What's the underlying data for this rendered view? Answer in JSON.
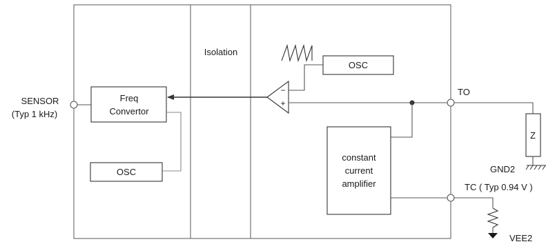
{
  "labels": {
    "sensor_name": "SENSOR",
    "sensor_freq": "(Typ 1 kHz)",
    "isolation": "Isolation",
    "freq_convertor_line1": "Freq",
    "freq_convertor_line2": "Convertor",
    "osc_left": "OSC",
    "osc_right": "OSC",
    "amp_line1": "constant",
    "amp_line2": "current",
    "amp_line3": "amplifier",
    "to_terminal": "TO",
    "tc_terminal": "TC ( Typ 0.94 V )",
    "z_load": "Z",
    "gnd2": "GND2",
    "vee2": "VEE2",
    "comparator_minus": "−",
    "comparator_plus": "+"
  }
}
